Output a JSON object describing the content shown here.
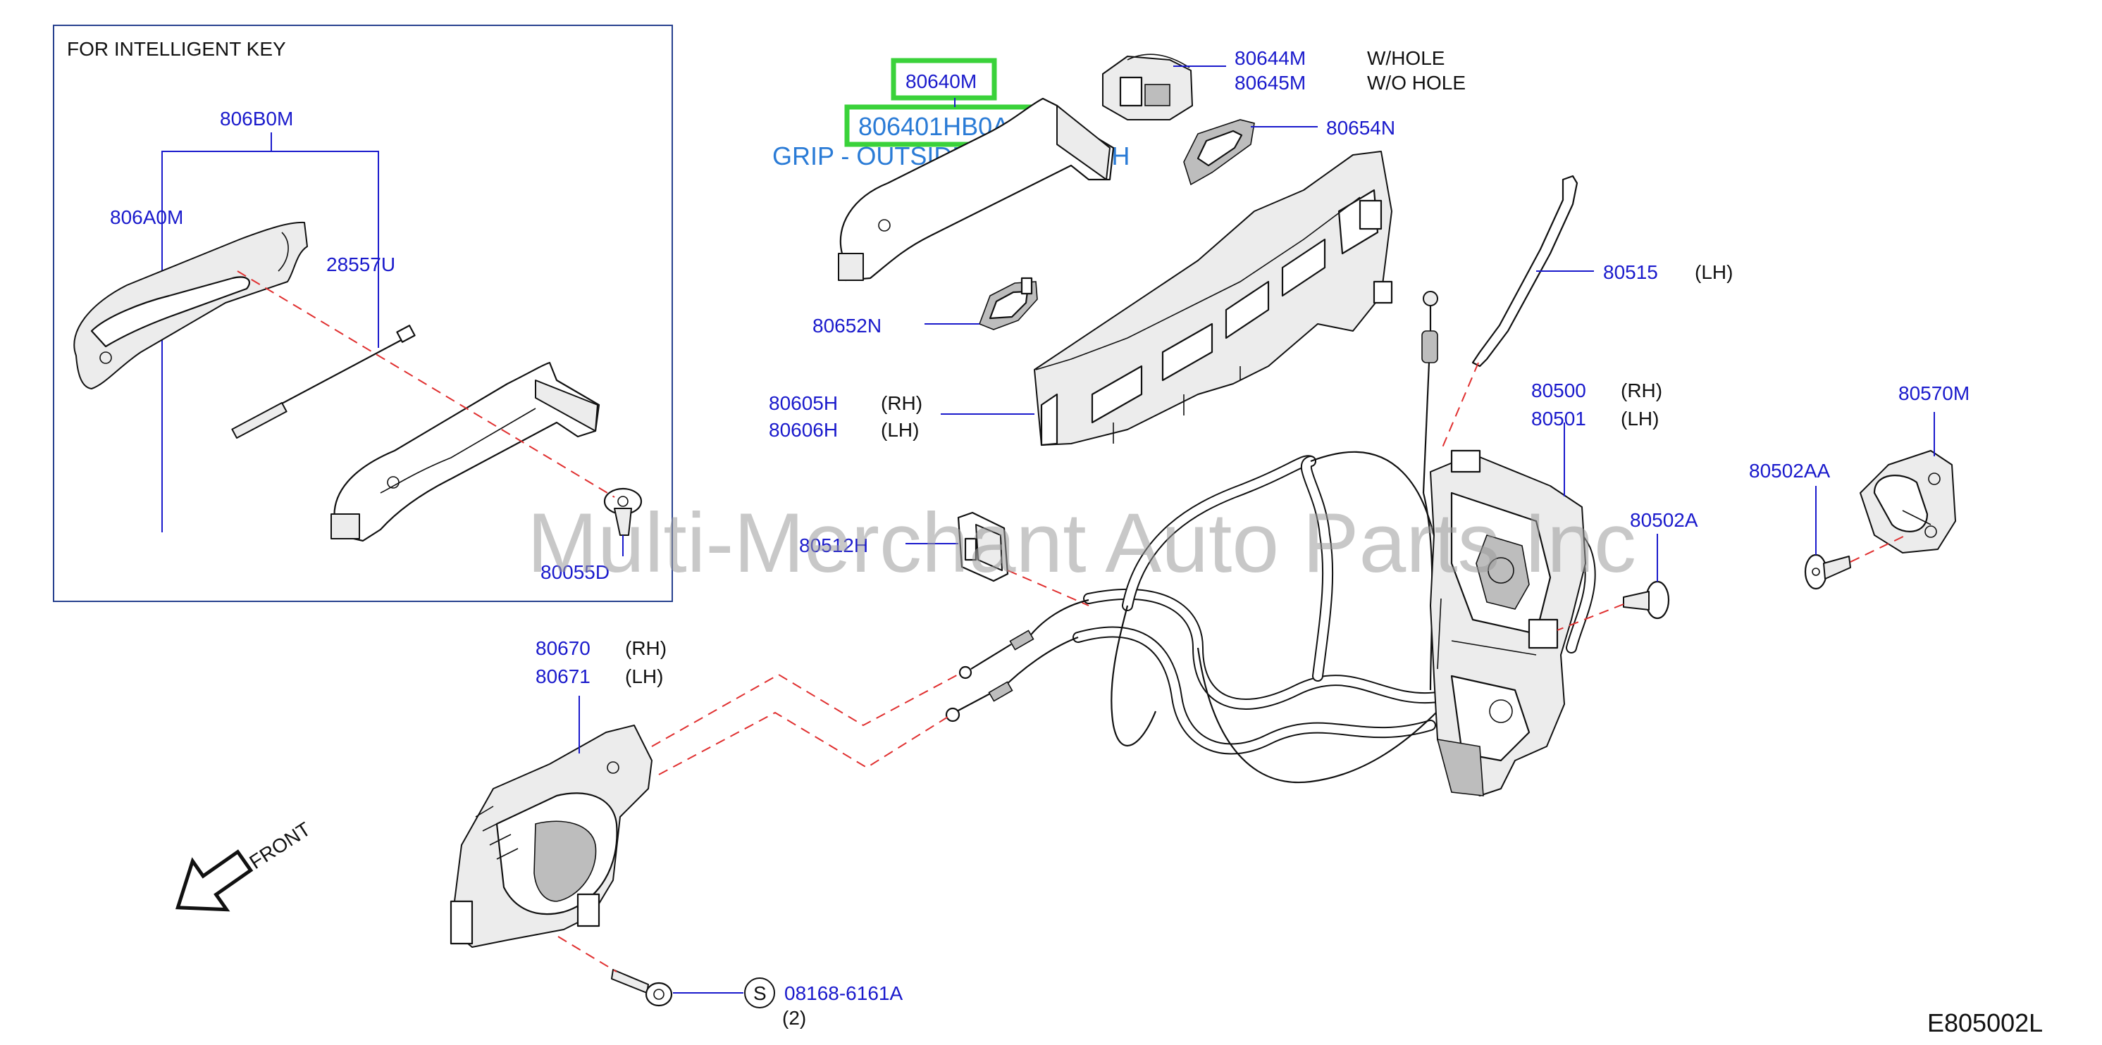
{
  "inset": {
    "title": "FOR   INTELLIGENT   KEY"
  },
  "labels": {
    "p806B0M": "806B0M",
    "p806A0M": "806A0M",
    "p28557U": "28557U",
    "p80055D": "80055D",
    "p80640M": "80640M",
    "p806401HB0A": "806401HB0A",
    "grip_name": "GRIP - OUTSIDE HANDLE, RH",
    "p80644M": "80644M",
    "p80644M_note": "W/HOLE",
    "p80645M": "80645M",
    "p80645M_note": "W/O   HOLE",
    "p80654N": "80654N",
    "p80652N": "80652N",
    "p80605H": "80605H",
    "p80605H_side": "(RH)",
    "p80606H": "80606H",
    "p80606H_side": "(LH)",
    "p80515": "80515",
    "p80515_side": "(LH)",
    "p80500": "80500",
    "p80500_side": "(RH)",
    "p80501": "80501",
    "p80501_side": "(LH)",
    "p80570M": "80570M",
    "p80502AA": "80502AA",
    "p80502A": "80502A",
    "p80512H": "80512H",
    "p80670": "80670",
    "p80670_side": "(RH)",
    "p80671": "80671",
    "p80671_side": "(LH)",
    "bolt_symbol": "S",
    "p08168": "08168-6161A",
    "p08168_qty": "(2)",
    "front": "FRONT",
    "drawing_no": "E805002L"
  },
  "watermark": "Multi-Merchant Auto Parts Inc",
  "colors": {
    "label": "#1a1acc",
    "highlight_box": "#3ad23a",
    "highlight_text": "#2a7bd6",
    "assembly_line": "#e03030",
    "inset_border": "#27418f"
  }
}
